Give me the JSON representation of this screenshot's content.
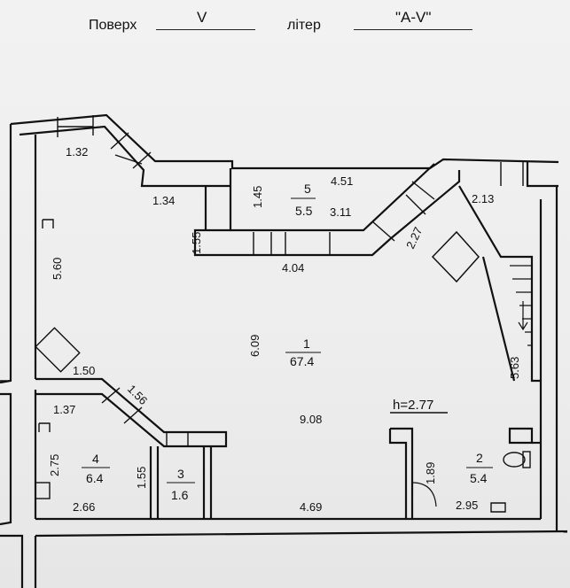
{
  "header": {
    "floor_label": "Поверх",
    "floor_value": "V",
    "letter_label": "літер",
    "letter_value": "\"A-V\""
  },
  "plan": {
    "ceiling_height": "h=2.77",
    "rooms": [
      {
        "number": "1",
        "area": "67.4"
      },
      {
        "number": "2",
        "area": "5.4"
      },
      {
        "number": "3",
        "area": "1.6"
      },
      {
        "number": "4",
        "area": "6.4"
      },
      {
        "number": "5",
        "area": "5.5"
      }
    ],
    "dimensions": [
      "1.32",
      "1.34",
      "1.45",
      "4.51",
      "3.11",
      "1.55",
      "4.04",
      "2.27",
      "2.13",
      "5.60",
      "6.09",
      "5.63",
      "1.50",
      "1.56",
      "1.37",
      "9.08",
      "2.75",
      "1.55",
      "2.66",
      "4.69",
      "1.89",
      "2.95"
    ]
  },
  "colors": {
    "wall": "#111111",
    "paper": "#efefef"
  }
}
